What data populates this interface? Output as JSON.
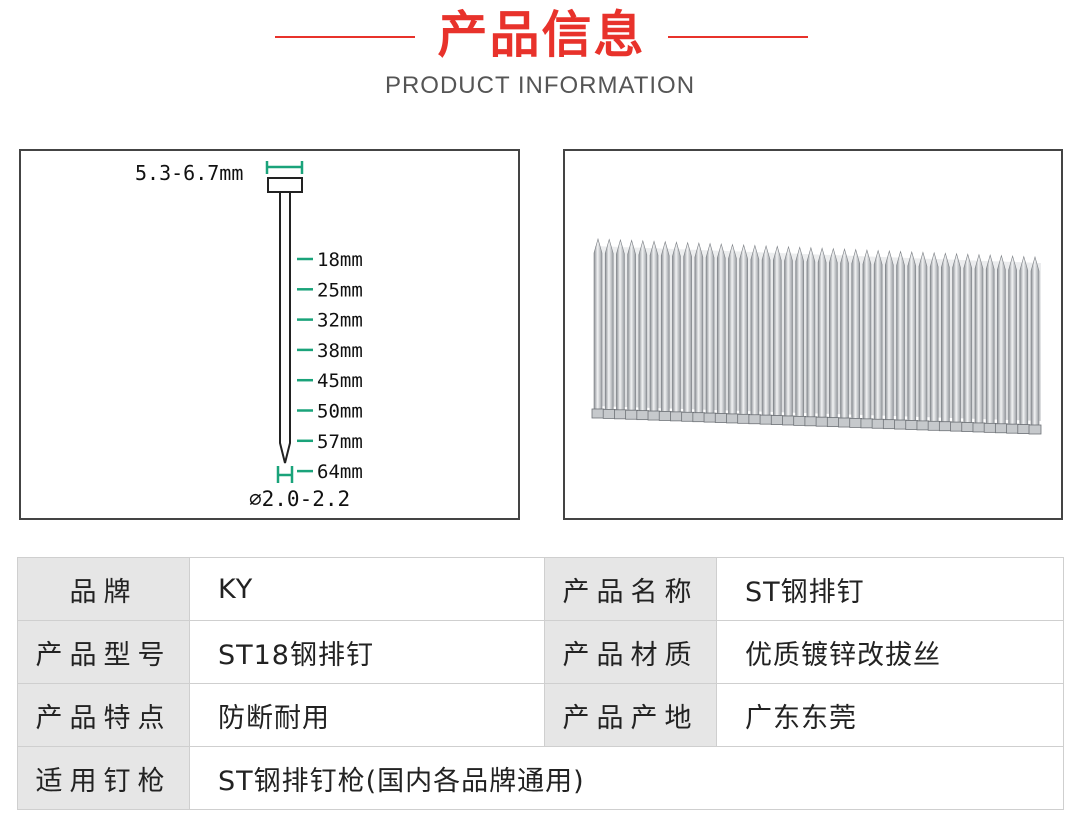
{
  "header": {
    "title_cn": "产品信息",
    "title_en": "PRODUCT INFORMATION",
    "accent_color": "#e8322b"
  },
  "diagram": {
    "head_width_label": "5.3-6.7mm",
    "shank_diameter_label": "⌀2.0-2.2",
    "lengths": [
      "18mm",
      "25mm",
      "32mm",
      "38mm",
      "45mm",
      "50mm",
      "57mm",
      "64mm"
    ],
    "marker_color": "#1aa37a"
  },
  "photo": {
    "subject": "strip of collated ST nails"
  },
  "specs": {
    "brand_label": "品牌",
    "brand_value": "KY",
    "name_label": "产品名称",
    "name_value": "ST钢排钉",
    "model_label": "产品型号",
    "model_value": "ST18钢排钉",
    "material_label": "产品材质",
    "material_value": "优质镀锌改拔丝",
    "feature_label": "产品特点",
    "feature_value": "防断耐用",
    "origin_label": "产品产地",
    "origin_value": "广东东莞",
    "gun_label": "适用钉枪",
    "gun_value": "ST钢排钉枪(国内各品牌通用)"
  }
}
